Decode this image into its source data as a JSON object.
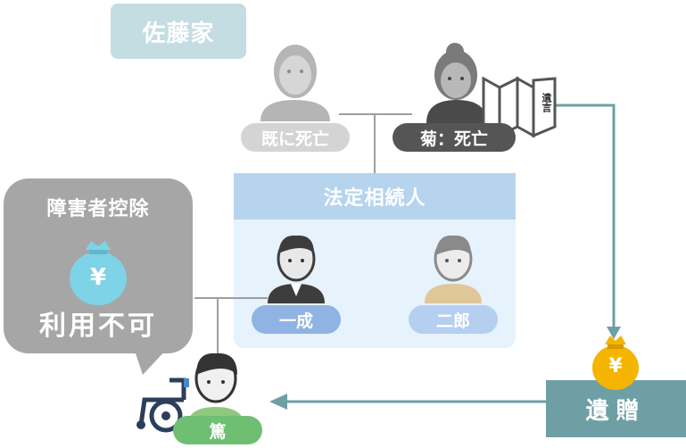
{
  "family": {
    "label": "佐藤家"
  },
  "parents": [
    {
      "id": "grandfather",
      "label": "既に死亡"
    },
    {
      "id": "grandmother",
      "label": "菊：死亡"
    }
  ],
  "will": {
    "label": "遺言"
  },
  "heirs": {
    "title": "法定相続人",
    "members": [
      {
        "id": "ichinari",
        "label": "一成"
      },
      {
        "id": "jiro",
        "label": "二郎"
      }
    ]
  },
  "disability_deduction": {
    "title": "障害者控除",
    "status": "利用不可",
    "currency_symbol": "¥"
  },
  "recipient": {
    "label": "篤"
  },
  "bequest": {
    "label": "遺贈",
    "currency_symbol": "¥"
  },
  "colors": {
    "gray_pill": "#d4d4d4",
    "dark_pill": "#555555",
    "heir_pill": "#8fb3e3",
    "heir_pill_light": "#b5cff1",
    "green_pill": "#6fbf73",
    "teal_arrow": "#6e9fa5",
    "money_bag": "#f4b400",
    "yen_bag": "#7fd3e6"
  }
}
